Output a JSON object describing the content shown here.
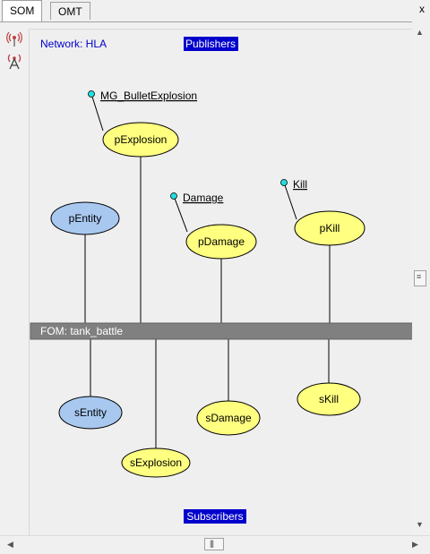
{
  "tabs": [
    {
      "label": "SOM",
      "active": true
    },
    {
      "label": "OMT",
      "active": false
    }
  ],
  "close_label": "x",
  "toolbar": {
    "icons": [
      "publish-icon",
      "subscribe-icon"
    ]
  },
  "diagram": {
    "network_label": "Network: HLA",
    "publishers_label": "Publishers",
    "subscribers_label": "Subscribers",
    "fom_label": "FOM: tank_battle",
    "interactions": [
      "MG_BulletExplosion",
      "Damage",
      "Kill"
    ],
    "publishers": [
      "pExplosion",
      "pEntity",
      "pDamage",
      "pKill"
    ],
    "subscribers": [
      "sEntity",
      "sExplosion",
      "sDamage",
      "sKill"
    ]
  },
  "colors": {
    "entity_fill": "#a8c8f0",
    "node_fill": "#ffff80",
    "interaction_dot": "#20e0e0",
    "header_highlight": "#0000cc",
    "fom_bar": "#808080",
    "network_text": "#0000cc"
  }
}
